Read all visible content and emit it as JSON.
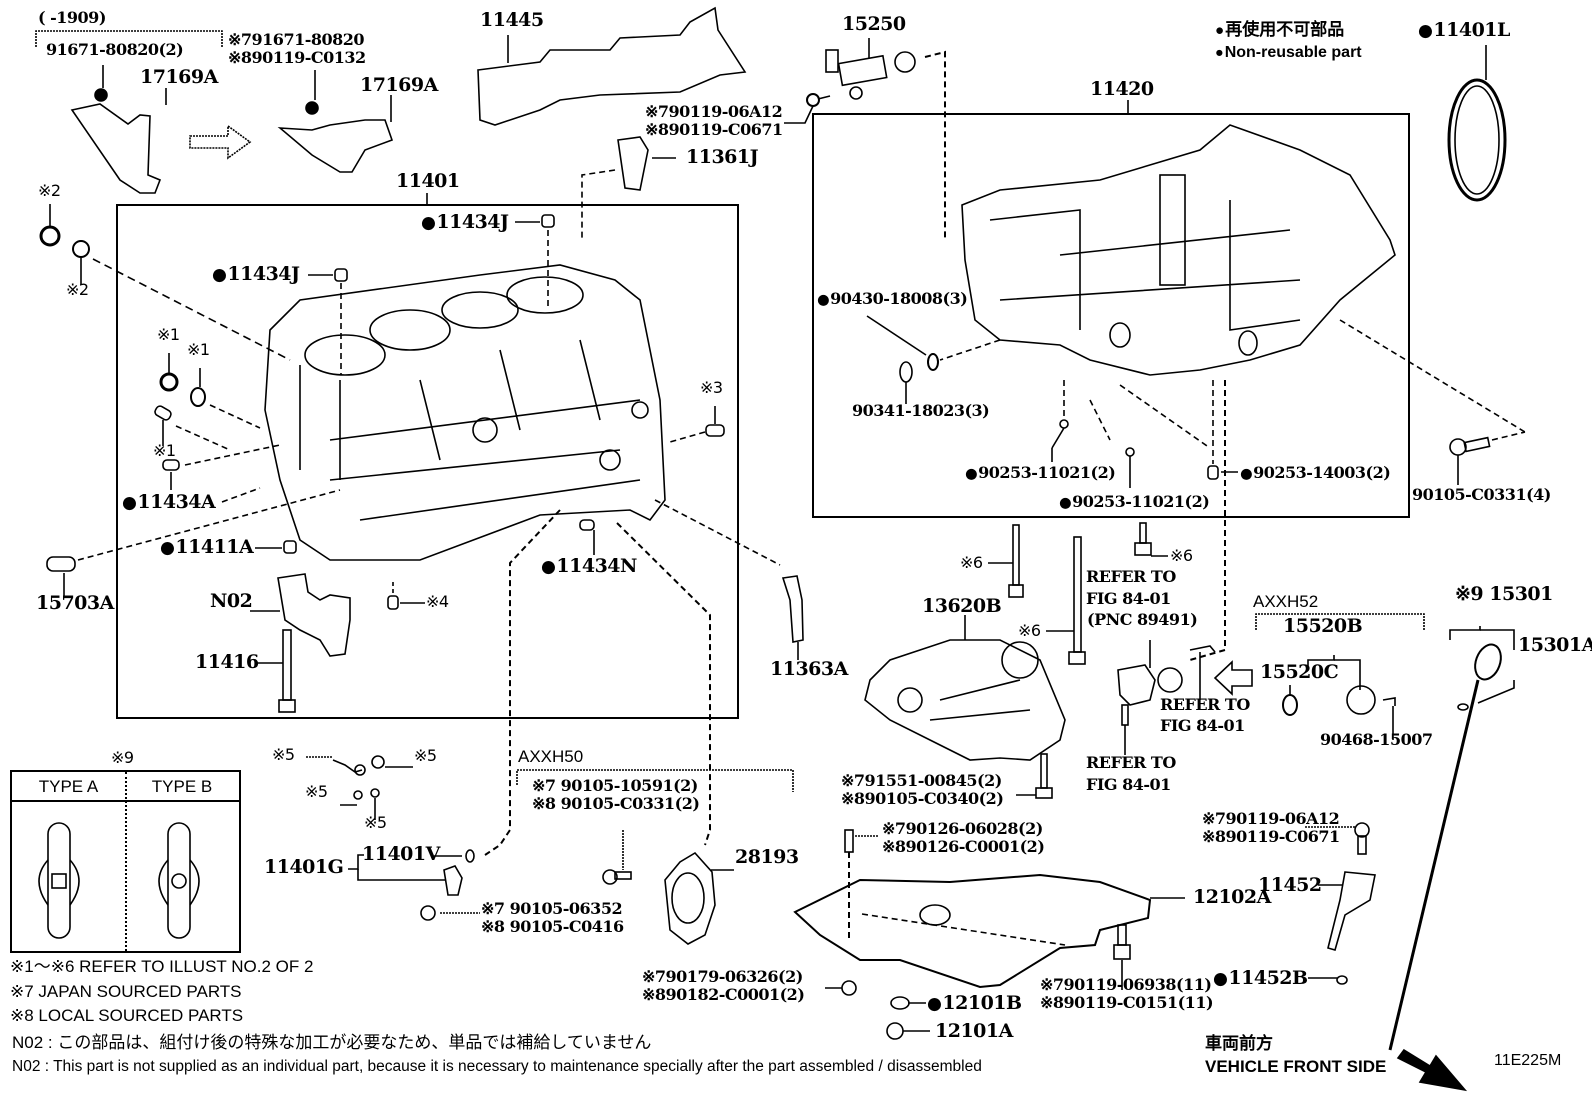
{
  "diagram": {
    "ref_code": "11E225M",
    "legend": {
      "non_reusable_jp": "再使用不可部品",
      "non_reusable_en": "Non-reusable part"
    },
    "groups": {
      "cylinder_block": "11401",
      "stiffening_crankcase": "11420",
      "axxh50": "AXXH50",
      "axxh52": "AXXH52",
      "date_range": "(       -1909)"
    },
    "labels": {
      "p91671_80820_2": "91671-80820(2)",
      "p17169A_left": "17169A",
      "p17169A_right": "17169A",
      "n7_91671_80820": "※791671-80820",
      "n8_90119_C0132": "※890119-C0132",
      "p11445": "11445",
      "p15250": "15250",
      "n7_90119_06A12_top": "※790119-06A12",
      "n8_90119_C0671_top": "※890119-C0671",
      "p11361J": "11361J",
      "p11401L": "11401L",
      "n2_a": "※2",
      "n2_b": "※2",
      "p11434J_top": "11434J",
      "p11434J_left": "11434J",
      "n1_a": "※1",
      "n1_b": "※1",
      "n1_c": "※1",
      "n3": "※3",
      "p11434A": "11434A",
      "p11411A": "11411A",
      "p15703A": "15703A",
      "pN02": "N02",
      "p11416": "11416",
      "n4": "※4",
      "p11434N": "11434N",
      "p11363A": "11363A",
      "p90430_18008": "90430-18008(3)",
      "p90341_18023": "90341-18023(3)",
      "p90253_11021_a": "90253-11021(2)",
      "p90253_11021_b": "90253-11021(2)",
      "p90253_14003": "90253-14003(2)",
      "p90105_C0331_4": "90105-C0331(4)",
      "n6_a": "※6",
      "n6_b": "※6",
      "n6_c": "※6",
      "refer_fig_1": "REFER TO",
      "refer_fig_1b": "FIG 84-01",
      "pnc_89491": "(PNC 89491)",
      "refer_fig_2": "REFER TO",
      "refer_fig_2b": "FIG 84-01",
      "refer_fig_3": "REFER TO",
      "refer_fig_3b": "FIG 84-01",
      "p13620B": "13620B",
      "n7_91551_00845": "※791551-00845(2)",
      "n8_90105_C0340": "※890105-C0340(2)",
      "p15520B": "15520B",
      "p15520C": "15520C",
      "p90468_15007": "90468-15007",
      "n9_15301": "※9 15301",
      "p15301A": "15301A",
      "n9_table": "※9",
      "type_a": "TYPE A",
      "type_b": "TYPE B",
      "n5_a": "※5",
      "n5_b": "※5",
      "n5_c": "※5",
      "n5_d": "※5",
      "p11401G": "11401G",
      "p11401V": "11401V",
      "n7_90105_06352": "※7 90105-06352",
      "n8_90105_C0416": "※8 90105-C0416",
      "n7_90105_10591": "※7 90105-10591(2)",
      "n8_90105_C0331_2": "※8 90105-C0331(2)",
      "p28193": "28193",
      "n7_90126_06028": "※790126-06028(2)",
      "n8_90126_C0001": "※890126-C0001(2)",
      "p12102A": "12102A",
      "n7_90119_06A12_bot": "※790119-06A12",
      "n8_90119_C0671_bot": "※890119-C0671",
      "p11452": "11452",
      "p11452B": "11452B",
      "n7_90179_06326": "※790179-06326(2)",
      "n8_90182_C0001": "※890182-C0001(2)",
      "p12101B": "12101B",
      "p12101A": "12101A",
      "n7_90119_06938": "※790119-06938(11)",
      "n8_90119_C0151": "※890119-C0151(11)"
    },
    "notes": {
      "note_1_6": "※1～※6  REFER TO ILLUST NO.2 OF 2",
      "note_7": "※7 JAPAN SOURCED PARTS",
      "note_8": "※8 LOCAL SOURCED PARTS",
      "n02_jp": "N02 : この部品は、組付け後の特殊な加工が必要なため、単品では補給していません",
      "n02_en": "N02 : This part is not supplied as an individual part, because it is necessary to maintenance specially after the part assembled / disassembled"
    },
    "direction": {
      "jp": "車両前方",
      "en": "VEHICLE FRONT SIDE"
    }
  }
}
